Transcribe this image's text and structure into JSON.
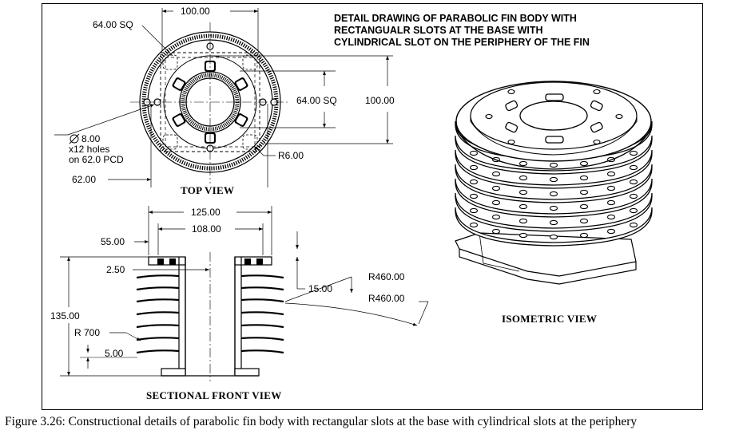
{
  "title": {
    "line1": "DETAIL DRAWING OF PARABOLIC FIN BODY WITH",
    "line2": "RECTANGUALR SLOTS AT THE BASE WITH",
    "line3": "CYLINDRICAL SLOT ON THE  PERIPHERY OF THE FIN"
  },
  "views": {
    "top": "TOP VIEW",
    "front": "SECTIONAL FRONT VIEW",
    "iso": "ISOMETRIC VIEW"
  },
  "top_dims": {
    "d100_top": "100.00",
    "sq64_left": "64.00 SQ",
    "sq64_right": "64.00 SQ",
    "d100_right": "100.00",
    "hole_dia": "8.00",
    "hole_count": "x12 holes",
    "hole_pcd": "on 62.0 PCD",
    "d62": "62.00",
    "r6": "R6.00"
  },
  "front_dims": {
    "d125": "125.00",
    "d108": "108.00",
    "d55": "55.00",
    "d2_5": "2.50",
    "d135": "135.00",
    "r700": "R 700",
    "d5": "5.00",
    "d15": "15.00",
    "r460a": "R460.00",
    "r460b": "R460.00"
  },
  "caption": "Figure 3.26: Constructional details of parabolic fin body with rectangular slots at the base with cylindrical slots at the periphery"
}
